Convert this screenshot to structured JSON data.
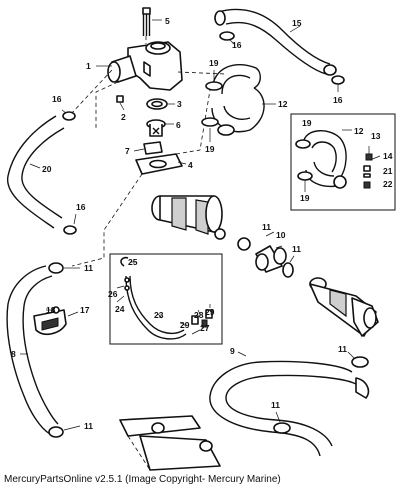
{
  "footer": {
    "text": "MercuryPartsOnline v2.5.1 (Image Copyright- Mercury Marine)"
  },
  "callouts": {
    "c1": "1",
    "c2": "2",
    "c3": "3",
    "c4": "4",
    "c5": "5",
    "c6": "6",
    "c7": "7",
    "c8": "8",
    "c9": "9",
    "c10": "10",
    "c11a": "11",
    "c11b": "11",
    "c11c": "11",
    "c11d": "11",
    "c11e": "11",
    "c12a": "12",
    "c12b": "12",
    "c13": "13",
    "c14": "14",
    "c15": "15",
    "c16a": "16",
    "c16b": "16",
    "c16c": "16",
    "c16d": "16",
    "c17": "17",
    "c18": "18",
    "c19a": "19",
    "c19b": "19",
    "c19c": "19",
    "c19d": "19",
    "c20": "20",
    "c21": "21",
    "c22": "22",
    "c23": "23",
    "c24": "24",
    "c25": "25",
    "c26": "26",
    "c27": "27",
    "c28": "28",
    "c29": "29"
  }
}
